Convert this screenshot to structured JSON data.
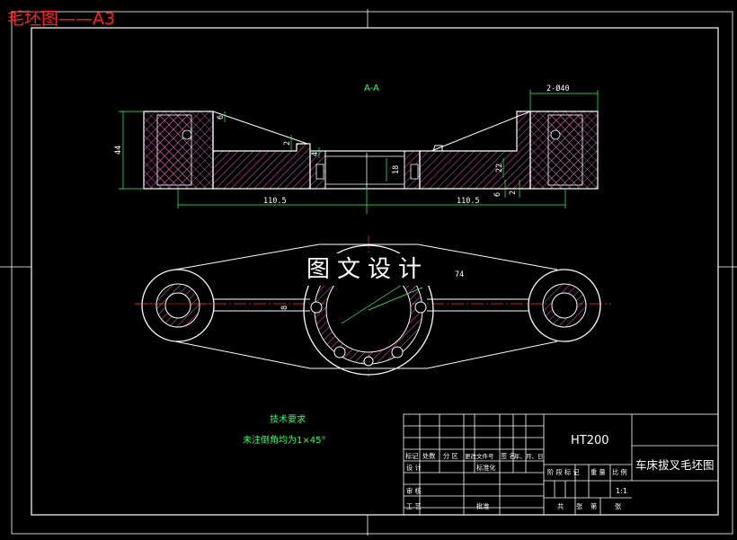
{
  "sheet": {
    "corner_title": "毛坯图——A3",
    "watermark": "图文设计",
    "section_label": "A-A"
  },
  "dimensions": {
    "hole_spec": "2-Ø40",
    "overall_height": "44",
    "half_length_left": "110.5",
    "half_length_right": "110.5",
    "rib_left_top": "6",
    "step_left": "2",
    "small_left": "4",
    "bore_height": "18",
    "step_right": "22",
    "bottom_six": "6",
    "bottom_two": "2",
    "plan_radius": "8",
    "plan_width": "74"
  },
  "notes": {
    "heading": "技术要求",
    "line1": "未注倒角均为1×45°"
  },
  "title_block": {
    "material": "HT200",
    "part_name": "车床拔叉毛坯图",
    "scale": "1:1",
    "labels": {
      "mark": "标记",
      "count": "处数",
      "zone": "分 区",
      "doc_no": "更改文件号",
      "sign": "签 名",
      "date": "年、月、日",
      "design": "设 计",
      "standard": "标准化",
      "check": "审 核",
      "process": "工 艺",
      "approve": "批准",
      "stage": "阶 段 标 记",
      "weight": "重 量",
      "ratio": "比 例",
      "total": "共",
      "sheets": "张",
      "page": "第",
      "page_sheet": "张"
    }
  },
  "colors": {
    "background": "#000000",
    "outline": "#ffffff",
    "dimension": "#33ff66",
    "centerline": "#ff3030",
    "hatch": "#ff66cc",
    "corner_title": "#ff2020"
  }
}
